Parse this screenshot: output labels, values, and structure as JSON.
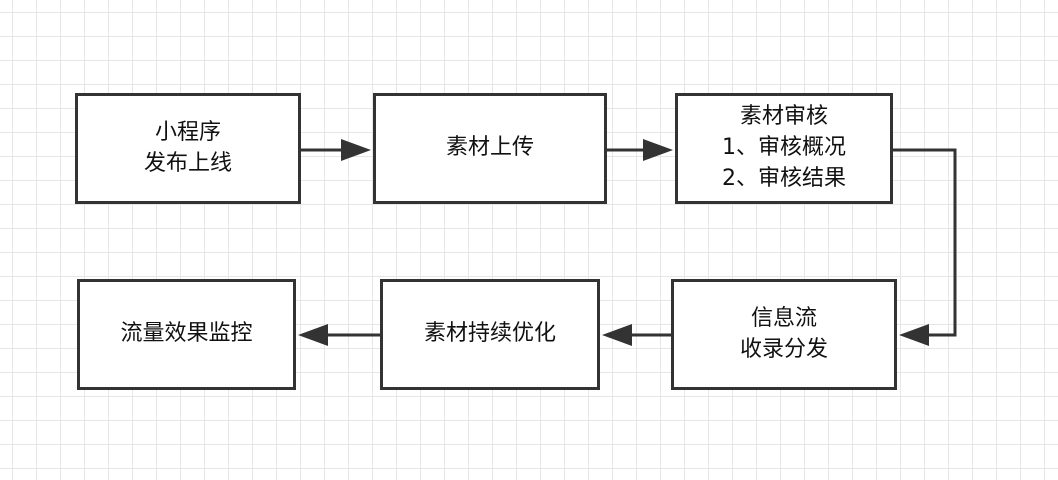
{
  "nodes": {
    "publish": {
      "lines": [
        "小程序",
        "发布上线"
      ]
    },
    "upload": {
      "lines": [
        "素材上传"
      ]
    },
    "review": {
      "lines": [
        "素材审核",
        "1、审核概况",
        "2、审核结果"
      ]
    },
    "feed": {
      "lines": [
        "信息流",
        "收录分发"
      ]
    },
    "optimize": {
      "lines": [
        "素材持续优化"
      ]
    },
    "monitor": {
      "lines": [
        "流量效果监控"
      ]
    }
  },
  "edges": [
    {
      "from": "publish",
      "to": "upload"
    },
    {
      "from": "upload",
      "to": "review"
    },
    {
      "from": "review",
      "to": "feed"
    },
    {
      "from": "feed",
      "to": "optimize"
    },
    {
      "from": "optimize",
      "to": "monitor"
    }
  ],
  "colors": {
    "stroke": "#333333",
    "text": "#111111",
    "grid": "#e6e6e6",
    "background": "#ffffff"
  }
}
